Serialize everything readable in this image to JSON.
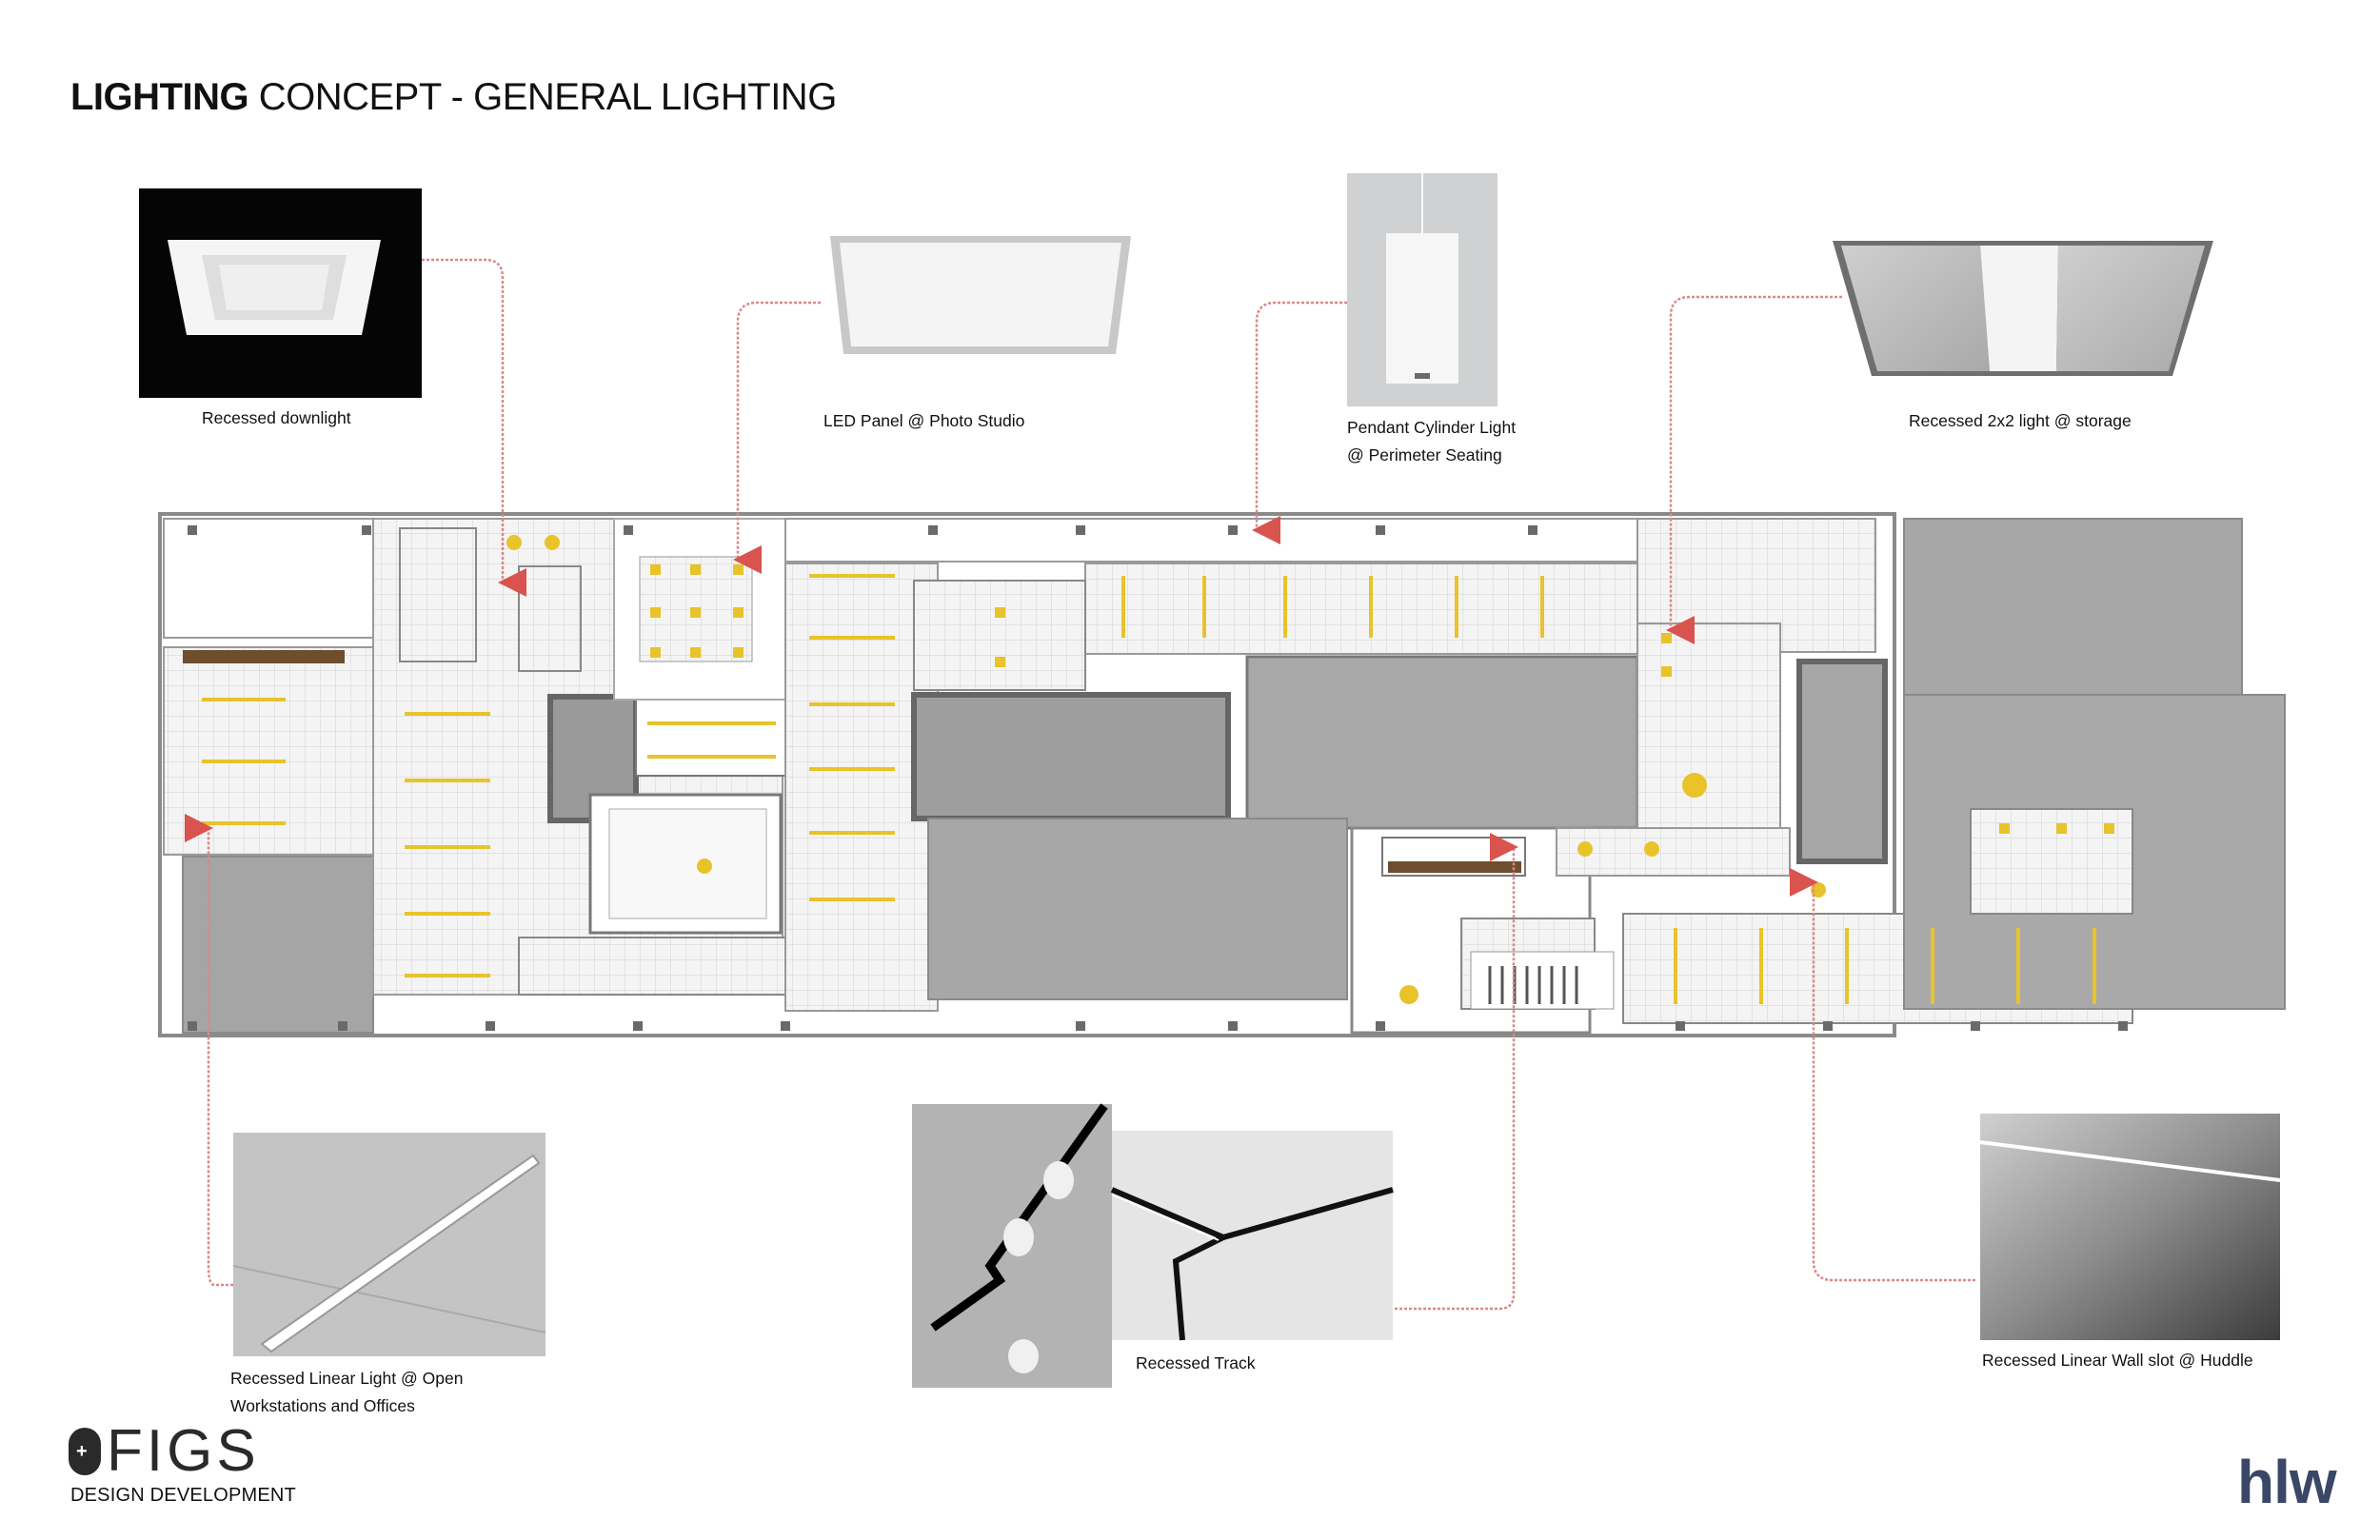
{
  "title": {
    "bold": "LIGHTING",
    "rest": " CONCEPT - GENERAL LIGHTING"
  },
  "captions": {
    "recessed_downlight": "Recessed downlight",
    "led_panel": "LED Panel @ Photo Studio",
    "pendant_line1": "Pendant Cylinder Light",
    "pendant_line2": "@ Perimeter Seating",
    "recessed_2x2": "Recessed 2x2 light @ storage",
    "linear_line1": "Recessed Linear Light @ Open",
    "linear_line2": "Workstations and Offices",
    "track": "Recessed Track",
    "wall_slot": "Recessed Linear Wall slot @ Huddle"
  },
  "footer": {
    "brand": "FIGS",
    "phase": "DESIGN DEVELOPMENT",
    "firm": "hlw"
  },
  "colors": {
    "leader": "#d9898a",
    "arrow": "#d9534f",
    "fixture": "#e8c32a",
    "shaded": "#9a9a9a",
    "grid": "#d6d6d6"
  },
  "icons": {
    "figs_mark": "plus-pill-icon"
  }
}
